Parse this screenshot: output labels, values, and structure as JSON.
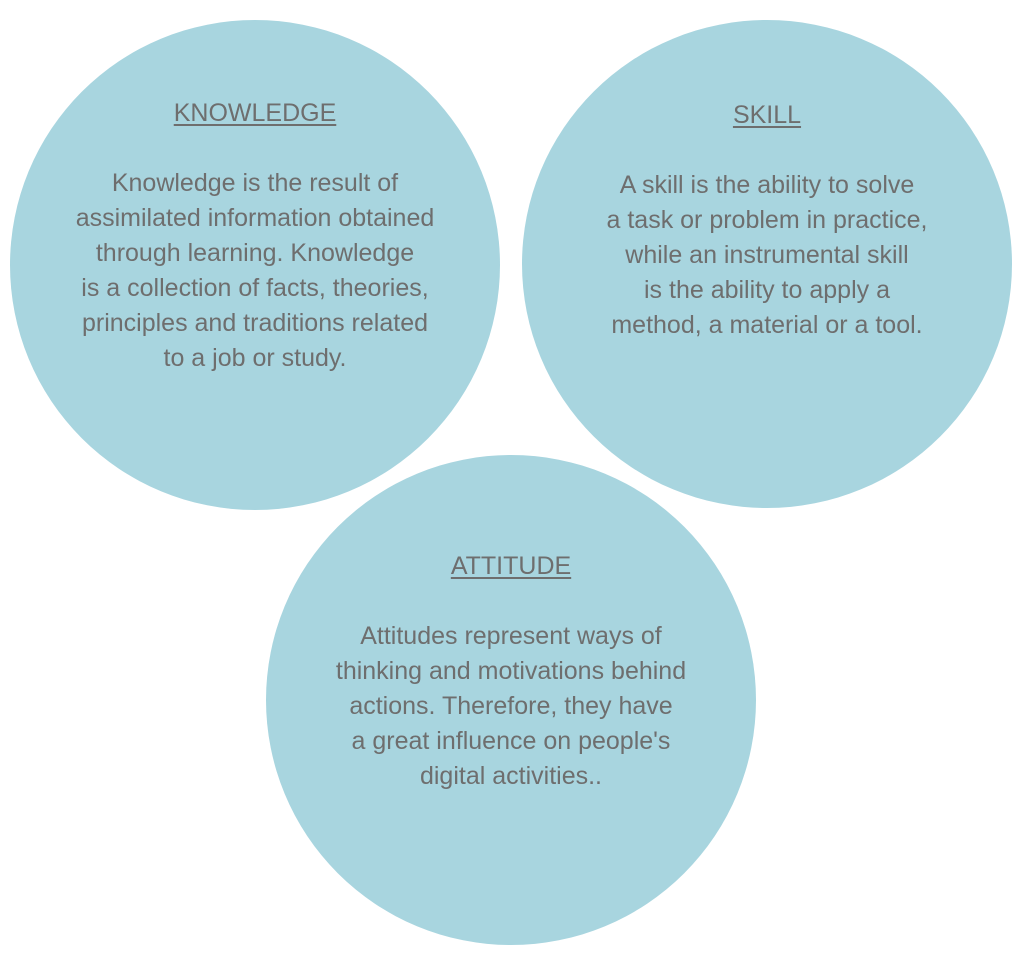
{
  "colors": {
    "circle_fill": "#a8d5df",
    "text": "#6e6e6e"
  },
  "circles": [
    {
      "title": "KNOWLEDGE",
      "text": "Knowledge is the result of\nassimilated information obtained\nthrough learning. Knowledge\nis a collection of facts, theories,\nprinciples and traditions related\nto a job or study."
    },
    {
      "title": "SKILL",
      "text": "A skill is the ability to solve\na task or problem in practice,\nwhile an instrumental skill\nis the ability to apply a\nmethod, a material or a tool."
    },
    {
      "title": "ATTITUDE",
      "text": "Attitudes represent ways of\nthinking and motivations behind\nactions. Therefore, they have\na great influence on people's\ndigital activities.."
    }
  ]
}
